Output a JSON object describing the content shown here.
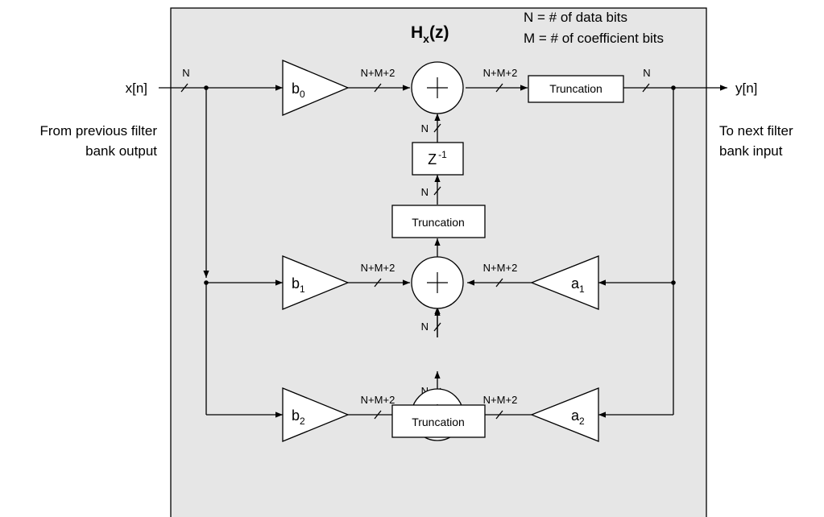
{
  "title_main": "H",
  "title_sub": "x",
  "title_tail": "(z)",
  "legend": {
    "n_def": "N = # of data bits",
    "m_def": "M = # of coefficient bits"
  },
  "input": {
    "signal": "x[n]",
    "desc_line1": "From previous filter",
    "desc_line2": "bank output"
  },
  "output": {
    "signal": "y[n]",
    "desc_line1": "To next filter",
    "desc_line2": "bank input"
  },
  "bus_labels": {
    "data": "N",
    "wide": "N+M+2"
  },
  "gains": {
    "b0": {
      "base": "b",
      "sub": "0"
    },
    "b1": {
      "base": "b",
      "sub": "1"
    },
    "b2": {
      "base": "b",
      "sub": "2"
    },
    "a1": {
      "base": "a",
      "sub": "1"
    },
    "a2": {
      "base": "a",
      "sub": "2"
    }
  },
  "truncation_label": "Truncation",
  "delay": {
    "base": "Z",
    "sup": "-1"
  },
  "adder_symbol": "+"
}
